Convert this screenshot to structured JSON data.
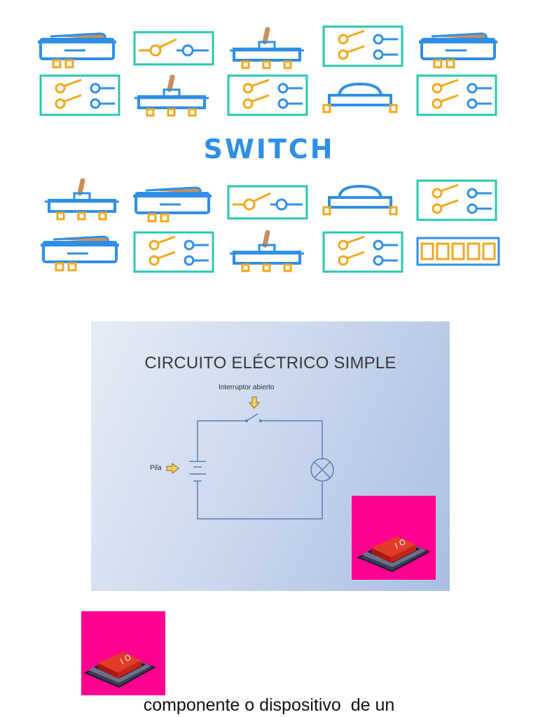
{
  "banner": {
    "title": "SWITCH",
    "colors": {
      "blue": "#2f8fe6",
      "orange": "#f2a81d",
      "teal": "#29c7b0",
      "brown": "#c88f5c"
    }
  },
  "slide": {
    "title": "CIRCUITO ELÉCTRICO SIMPLE",
    "label_switch": "Interruptor abierto",
    "label_battery": "Pila",
    "background": "#cdd9ee"
  },
  "rocker": {
    "on_symbol": "I",
    "off_symbol": "O",
    "box_color": "#ff0090",
    "switch_color": "#d8201c"
  },
  "caption": "componente o dispositivo  de un"
}
